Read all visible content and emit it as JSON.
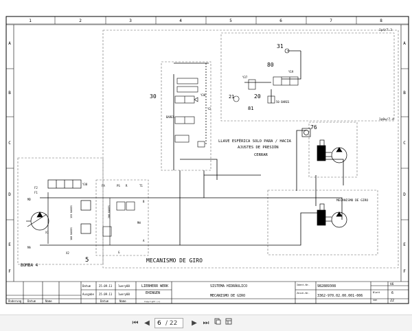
{
  "sheet": {
    "columns": [
      "1",
      "2",
      "3",
      "4",
      "5",
      "6",
      "7",
      "8"
    ],
    "rows": [
      "A",
      "B",
      "C",
      "D",
      "E",
      "F"
    ],
    "refs": {
      "top_right": "1p4/7.3",
      "mid_right": "1p0w/7.4"
    }
  },
  "diagram": {
    "title": "MECANISMO DE GIRO",
    "pump_label": "BOMBA 4",
    "pump_num": "5",
    "note_lines": [
      "LLAVE ESFÉRICA SOLO PARA / HACIA",
      "AJUSTES DE PRESIÓN",
      "CERRAR"
    ],
    "motor_label": "MECANISMO DE GIRO",
    "callouts": {
      "c30": "30",
      "c31": "31",
      "c80": "80",
      "c20": "20",
      "c21": "21",
      "c81": "81",
      "c76": "76"
    },
    "small": {
      "bars": "50 BARES",
      "bars_left": "BARES",
      "y38": "Y38",
      "y37": "Y37",
      "y2": "Y2",
      "y19": "Y19",
      "f2": "F2",
      "f1": "F1",
      "y38b": "Y38",
      "md": "MD",
      "ma": "MA",
      "x1": "X1",
      "x2": "X2",
      "fa": "FA",
      "ps": "PS",
      "r": "R",
      "t1": "T1",
      "b": "B",
      "a": "A",
      "mh": "MH",
      "g": "G",
      "bar155": "155 BARES",
      "bar160": "160 BARES",
      "bar200": "200 BARES"
    }
  },
  "titleblock": {
    "rows": [
      {
        "label": "Datum",
        "date": "25.09.11",
        "name": "lwery00"
      },
      {
        "label": "Ausgabe",
        "date": "25.09.11",
        "name": "lwery00"
      }
    ],
    "footer": [
      "Änderung",
      "Datum",
      "Name",
      "Datum",
      "Name"
    ],
    "company": [
      "LIEBHERR WERK",
      "EHINGEN"
    ],
    "copyright": "Copyright (c)",
    "system": [
      "SISTEMA HIDRÁULICO",
      "MECANISMO DE GIRO"
    ],
    "id_labels": [
      "Ident-Nr.",
      "Zeich-Nr."
    ],
    "ident": "982889308",
    "drawing": "3362-970.02.00.001-006",
    "sheet_labels": [
      "Blatt",
      "von"
    ],
    "sheet_vals": [
      "6",
      "22"
    ],
    "version": "V6"
  },
  "viewer": {
    "first": "⏮",
    "prev": "◀",
    "page": "6",
    "of": "/ 22",
    "next": "▶",
    "last": "⏭"
  }
}
